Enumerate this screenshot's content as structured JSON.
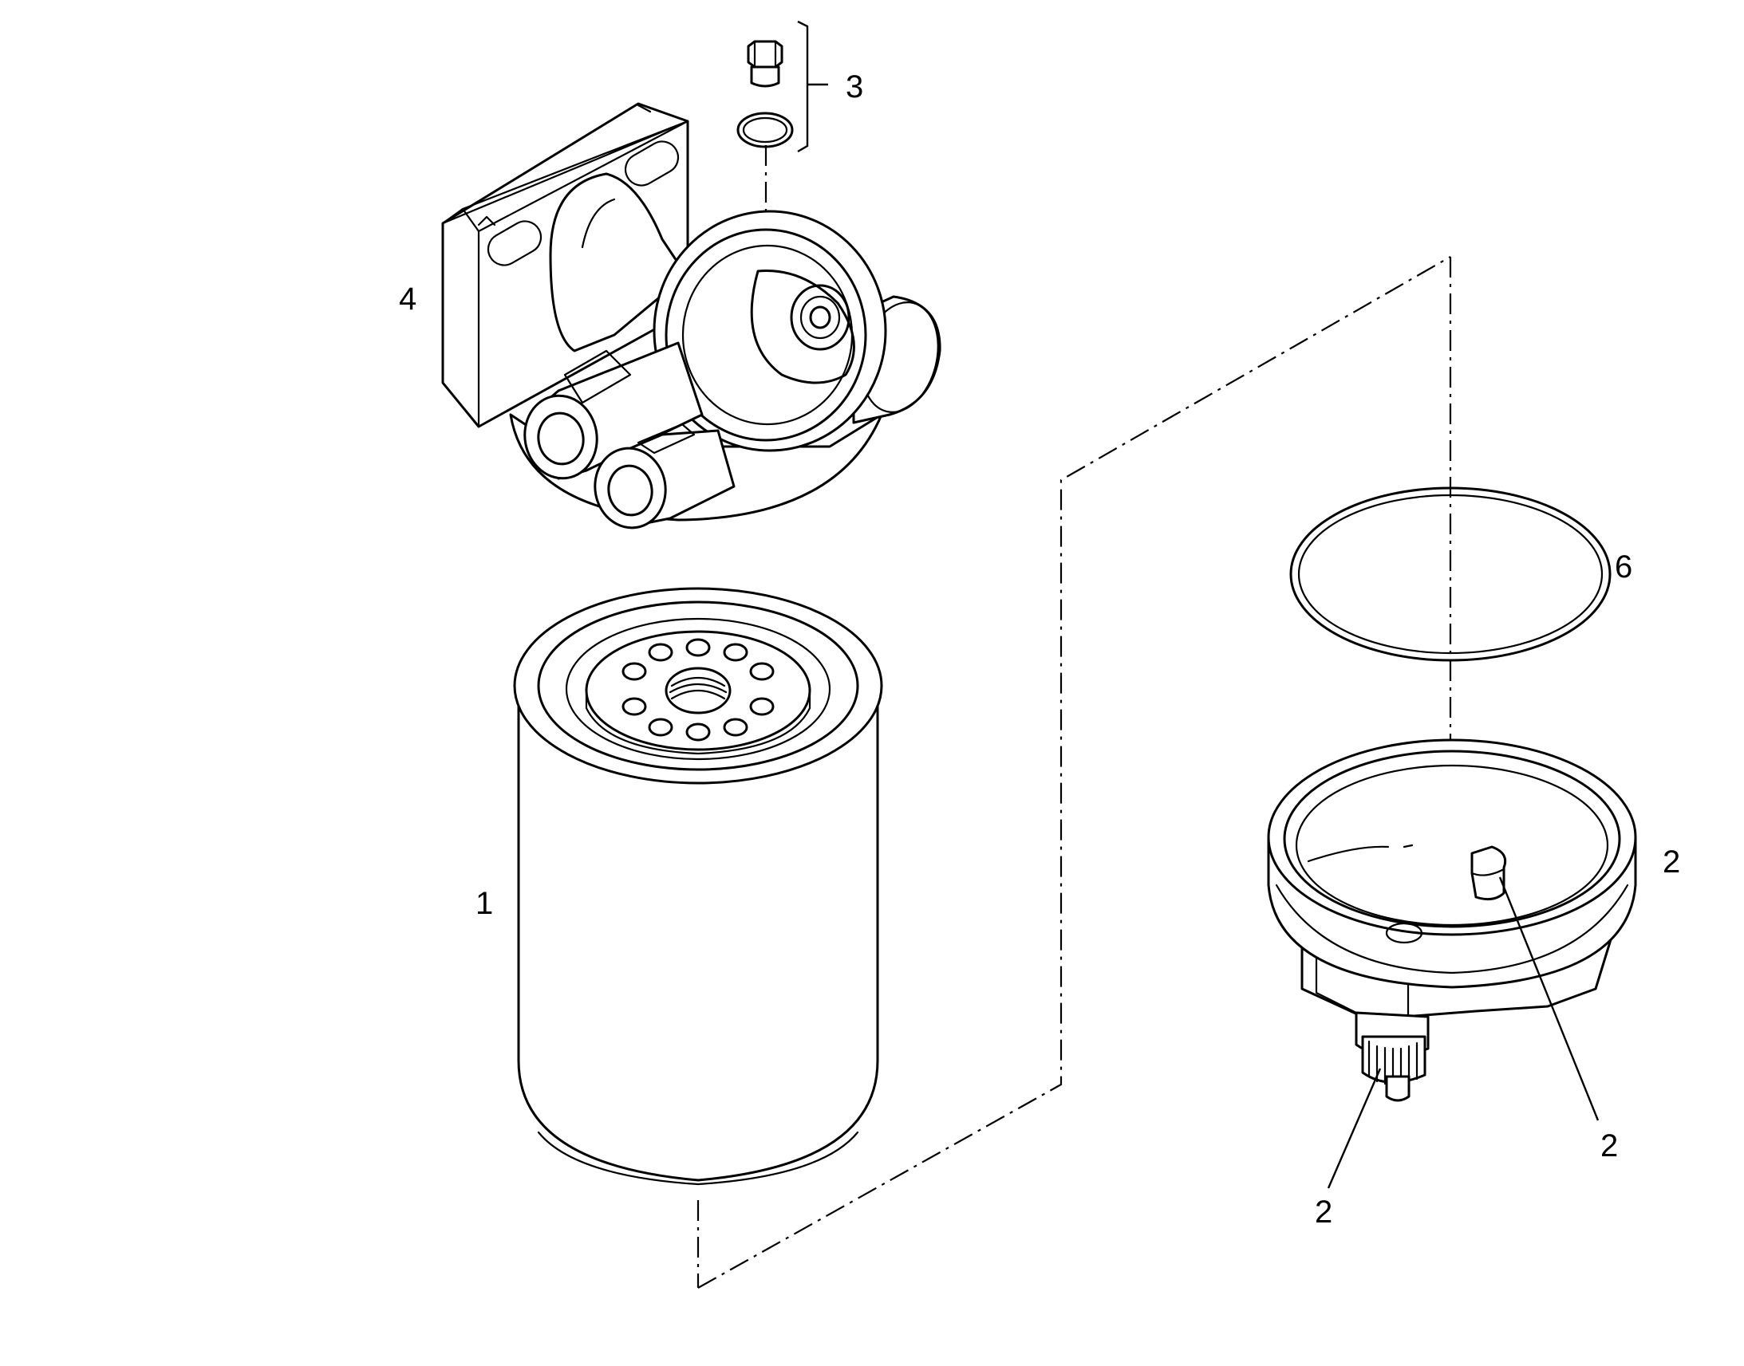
{
  "callouts": {
    "item_1": "1",
    "item_2_cup": "2",
    "item_2_key": "2",
    "item_2_drain": "2",
    "item_3": "3",
    "item_4": "4",
    "item_6": "6"
  },
  "colors": {
    "line": "#000000",
    "background": "#ffffff"
  }
}
